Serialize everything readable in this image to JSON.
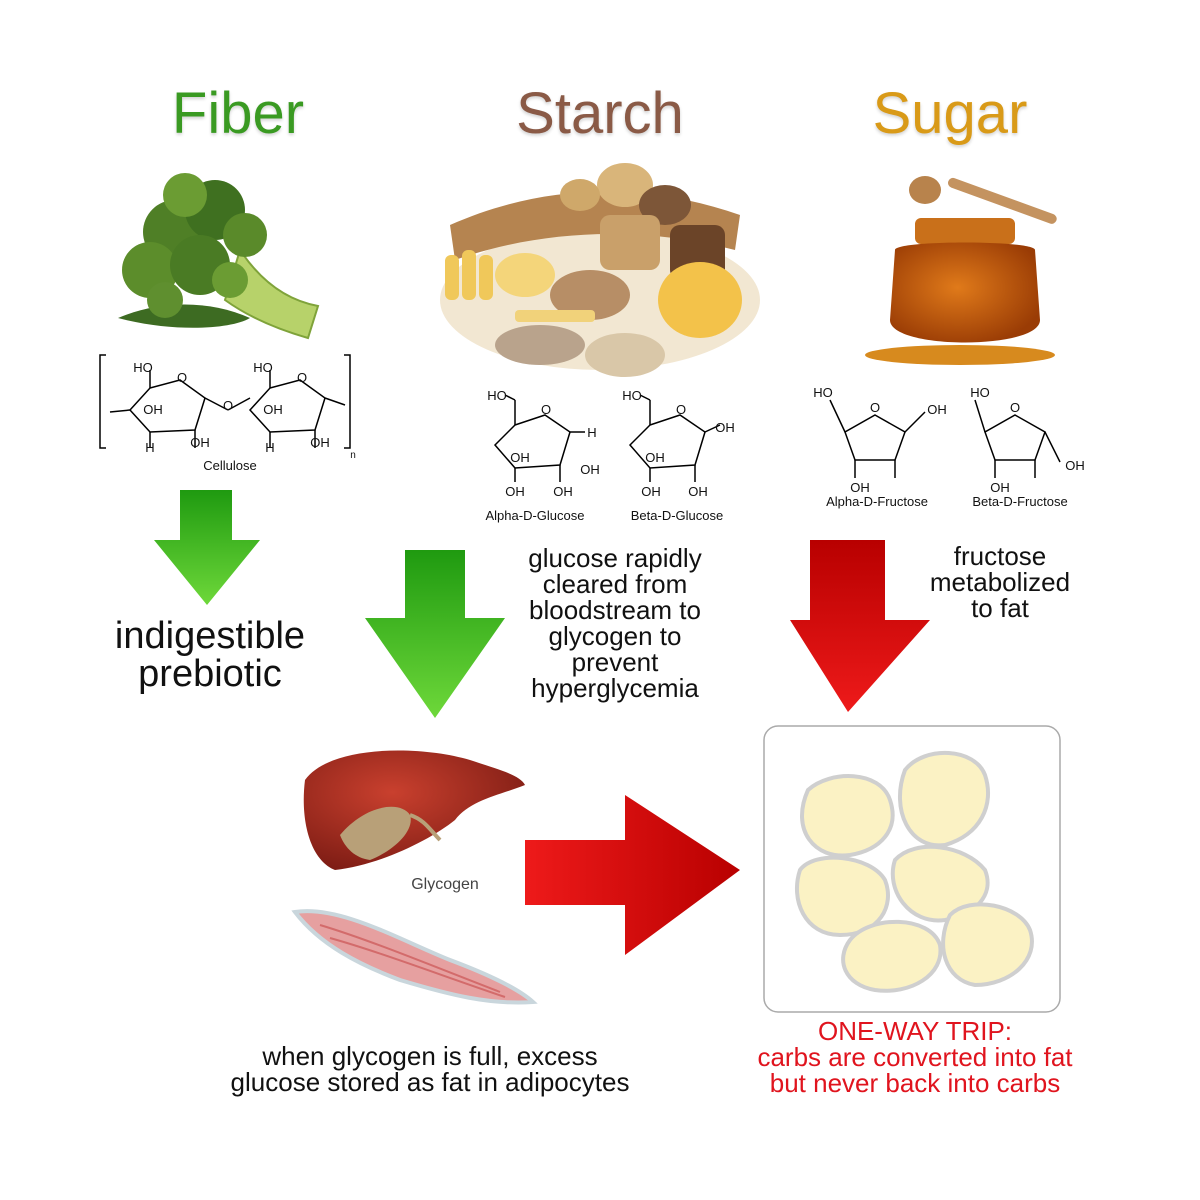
{
  "titles": {
    "fiber": "Fiber",
    "starch": "Starch",
    "sugar": "Sugar"
  },
  "molecules": {
    "cellulose": "Cellulose",
    "alpha_glucose": "Alpha-D-Glucose",
    "beta_glucose": "Beta-D-Glucose",
    "alpha_fructose": "Alpha-D-Fructose",
    "beta_fructose": "Beta-D-Fructose",
    "subscript_n": "n"
  },
  "atoms": {
    "h": "H",
    "oh": "OH",
    "ho": "HO",
    "o": "O"
  },
  "fiber_note": [
    "indigestible",
    "prebiotic"
  ],
  "glucose_note": [
    "glucose rapidly",
    "cleared from",
    "bloodstream to",
    "glycogen to",
    "prevent",
    "hyperglycemia"
  ],
  "fructose_note": [
    "fructose",
    "metabolized",
    "to fat"
  ],
  "glycogen_label": "Glycogen",
  "storage_note": [
    "when glycogen is full, excess",
    "glucose stored as fat in adipocytes"
  ],
  "one_way": [
    "ONE-WAY TRIP:",
    "carbs are converted into fat",
    "but never back into carbs"
  ],
  "colors": {
    "fiber": "#3a9a22",
    "starch": "#8a5a46",
    "sugar": "#d99a18",
    "green_arrow": "#2fa81a",
    "red_arrow": "#d40c0c",
    "fat_cell": "#fbf2c4",
    "one_way": "#e0141e"
  }
}
